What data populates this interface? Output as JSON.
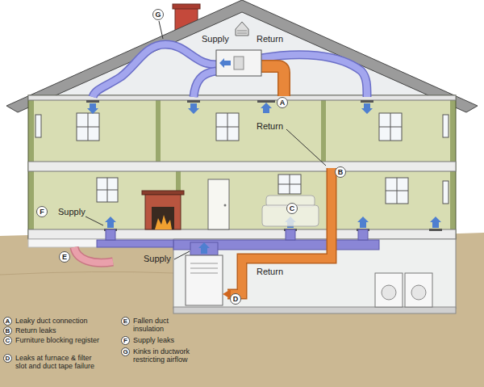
{
  "diagram": {
    "nodes": [
      {
        "text": [
          "G"
        ]
      },
      {
        "text": [
          "A"
        ]
      },
      {
        "text": [
          "B"
        ]
      },
      {
        "text": [
          "F"
        ]
      },
      {
        "text": [
          "C"
        ]
      },
      {
        "text": [
          "E"
        ]
      },
      {
        "text": [
          "D"
        ]
      },
      {
        "text": [
          "A",
          "Leaky duct connection"
        ]
      },
      {
        "text": [
          "B",
          "Return leaks"
        ]
      },
      {
        "text": [
          "C",
          "Furniture blocking register"
        ]
      },
      {
        "text": [
          "D",
          "Leaks at furnace & filter slot and duct tape failure"
        ]
      },
      {
        "text": [
          "E",
          "Fallen duct insulation"
        ]
      },
      {
        "text": [
          "F",
          "Supply leaks"
        ]
      },
      {
        "text": [
          "G",
          "Kinks in ductwork restricting airflow"
        ]
      }
    ],
    "labels": [
      "Supply",
      "Return",
      "Return",
      "Supply",
      "Supply",
      "Return"
    ]
  }
}
